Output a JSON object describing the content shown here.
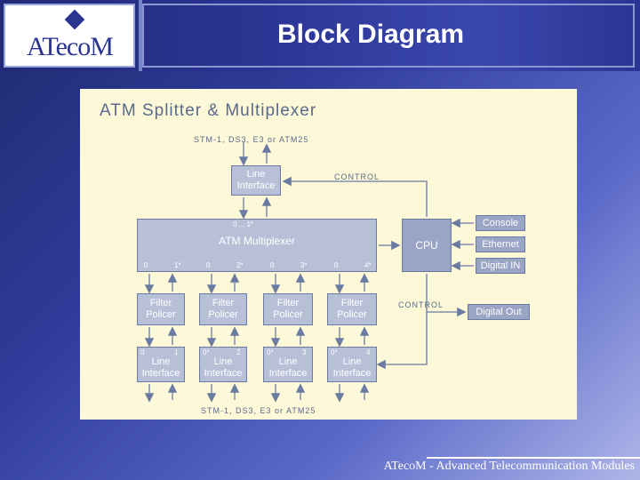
{
  "header": {
    "logo_text": "ATecoM",
    "title": "Block Diagram"
  },
  "diagram": {
    "title": "ATM Splitter & Multiplexer",
    "top_input_label": "STM-1, DS3, E3 or ATM25",
    "bottom_output_label": "STM-1, DS3, E3 or ATM25",
    "line_interface_top": "Line Interface",
    "control_top": "CONTROL",
    "control_bottom": "CONTROL",
    "multiplexer": "ATM Multiplexer",
    "mux_top_ports": "0  ...  1*",
    "cpu": "CPU",
    "console": "Console",
    "ethernet": "Ethernet",
    "digital_in": "Digital IN",
    "digital_out": "Digital Out",
    "mux_ports": [
      {
        "a": "0",
        "b": "1*"
      },
      {
        "a": "0",
        "b": "2*"
      },
      {
        "a": "0",
        "b": "3*"
      },
      {
        "a": "0",
        "b": "4*"
      }
    ],
    "filter_policers": [
      "Filter Policer",
      "Filter Policer",
      "Filter Policer",
      "Filter Policer"
    ],
    "line_interfaces": [
      {
        "label": "Line Interface",
        "a": "0",
        "b": "1"
      },
      {
        "label": "Line Interface",
        "a": "0*",
        "b": "2"
      },
      {
        "label": "Line Interface",
        "a": "0*",
        "b": "3"
      },
      {
        "label": "Line Interface",
        "a": "0*",
        "b": "4"
      }
    ]
  },
  "footer": {
    "text": "ATecoM - Advanced Telecommunication Modules"
  }
}
